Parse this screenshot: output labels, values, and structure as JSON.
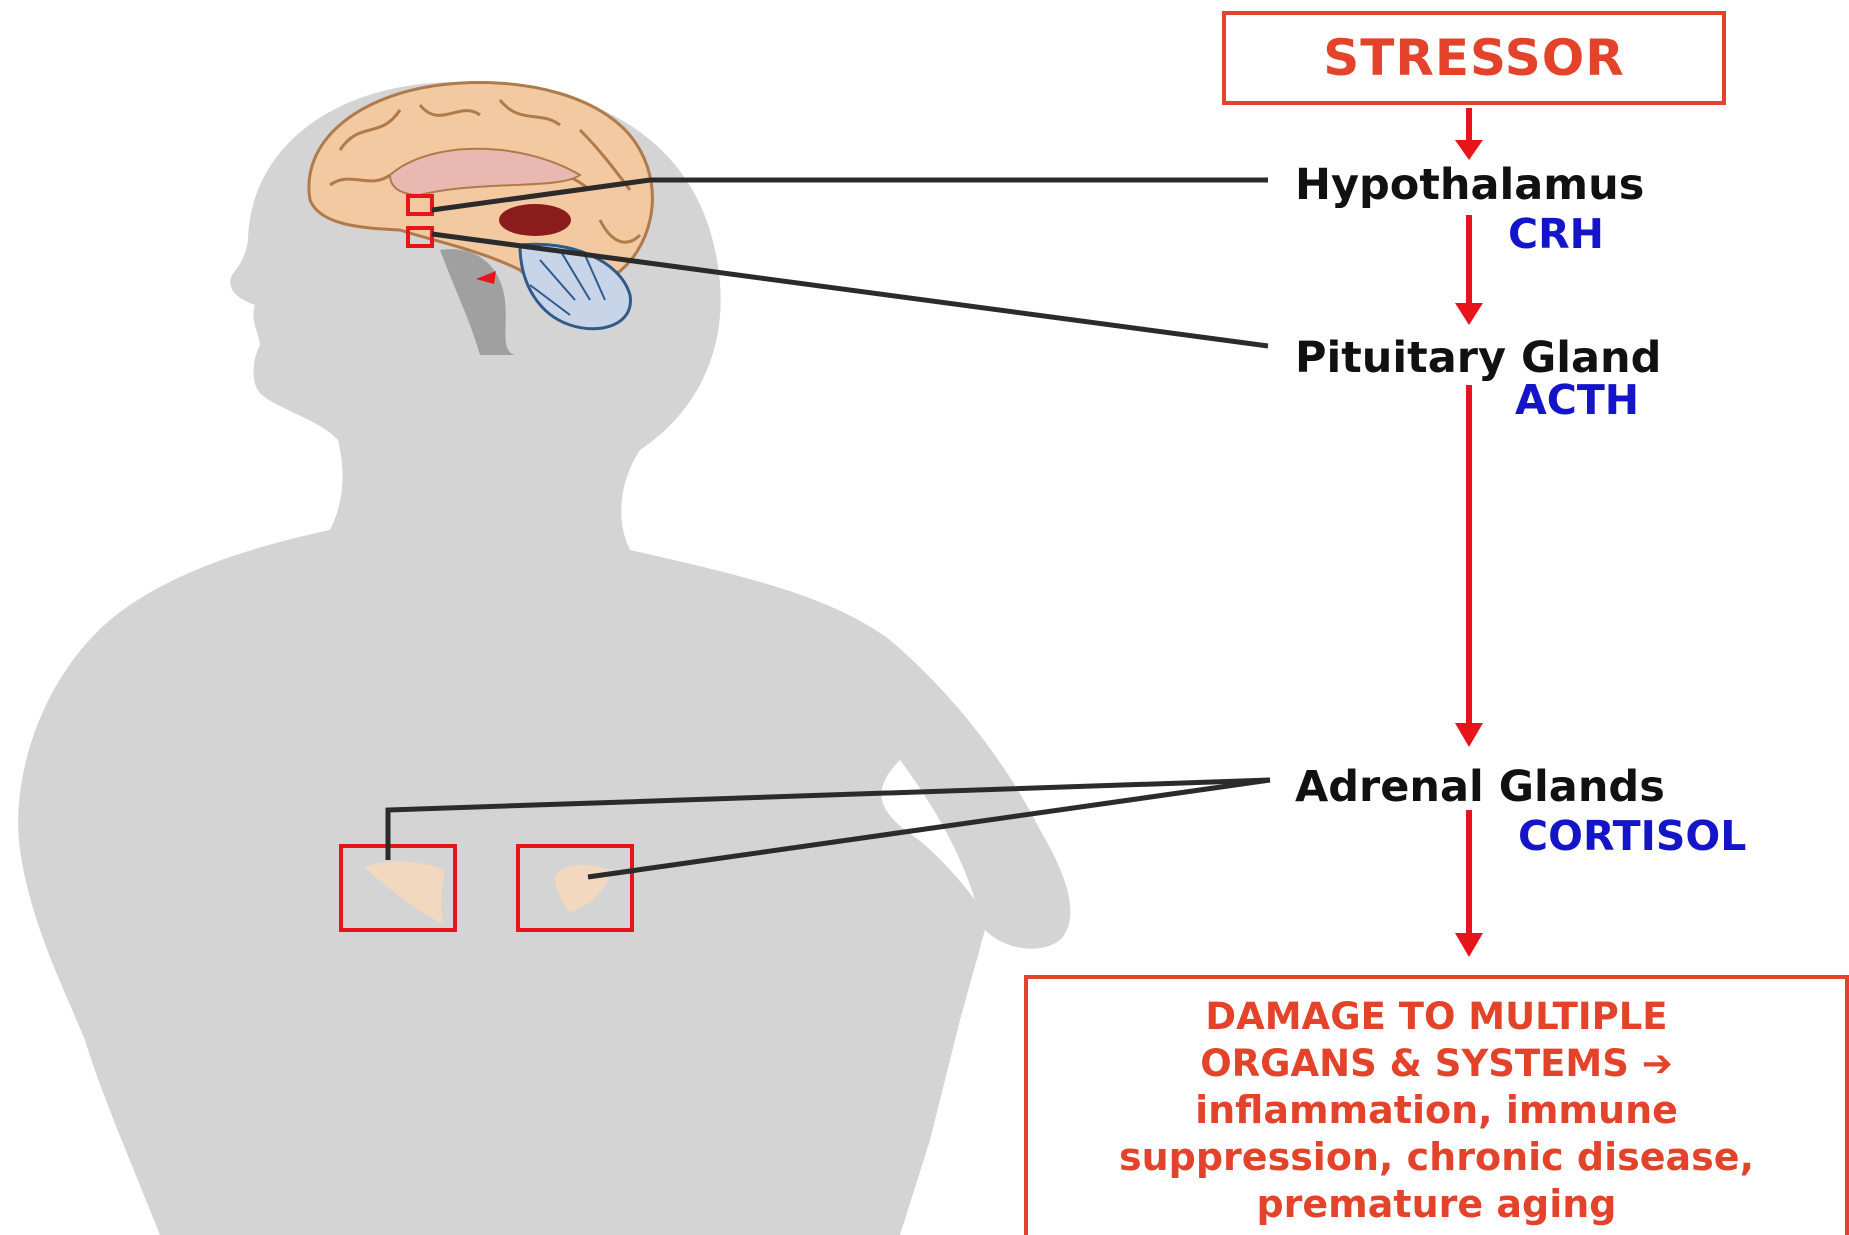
{
  "colors": {
    "accent_red": "#e2432a",
    "arrow_red": "#e8141b",
    "hormone_blue": "#1414c8",
    "label_black": "#111111",
    "silhouette_gray": "#d3d3d3",
    "connector_line": "#2b2b2b"
  },
  "flow": {
    "stressor": "STRESSOR",
    "hypothalamus": {
      "label": "Hypothalamus",
      "hormone": "CRH"
    },
    "pituitary": {
      "label": "Pituitary Gland",
      "hormone": "ACTH"
    },
    "adrenal": {
      "label": "Adrenal Glands",
      "hormone": "CORTISOL"
    },
    "outcome": {
      "line1": "DAMAGE TO MULTIPLE",
      "line2": "ORGANS & SYSTEMS",
      "arrow_glyph": "➔",
      "line3": "inflammation, immune",
      "line4": "suppression, chronic disease,",
      "line5": "premature aging"
    }
  },
  "illustration": {
    "figure": "human-silhouette",
    "organ_icons": [
      "brain-icon",
      "adrenal-gland-icon"
    ]
  }
}
